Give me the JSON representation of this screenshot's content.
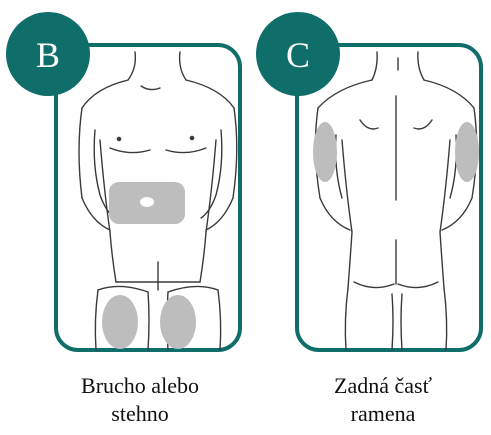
{
  "colors": {
    "teal": "#0f6e6a",
    "outline": "#3a3a3a",
    "zone": "#bdbdbd",
    "panel_fill": "#ffffff"
  },
  "panels": [
    {
      "badge": "B",
      "view": "front",
      "caption_lines": [
        "Brucho alebo",
        "stehno"
      ],
      "zones": [
        "abdomen",
        "left-thigh",
        "right-thigh"
      ]
    },
    {
      "badge": "C",
      "view": "back",
      "caption_lines": [
        "Zadná časť",
        "ramena"
      ],
      "zones": [
        "left-upper-arm",
        "right-upper-arm"
      ]
    }
  ]
}
